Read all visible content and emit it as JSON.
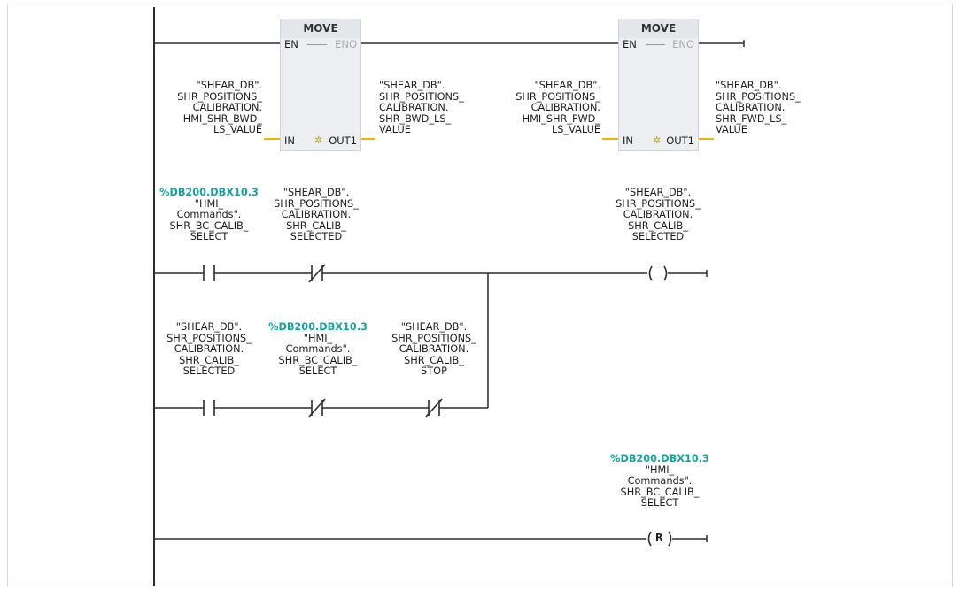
{
  "move_blocks": [
    {
      "title": "MOVE",
      "en": "EN",
      "eno": "ENO",
      "in": "IN",
      "out": "OUT1",
      "in_operand": "\"SHEAR_DB\".\nSHR_POSITIONS_\nCALIBRATION.\nHMI_SHR_BWD_\nLS_VALUE",
      "out_operand": "\"SHEAR_DB\".\nSHR_POSITIONS_\nCALIBRATION.\nSHR_BWD_LS_\nVALUE"
    },
    {
      "title": "MOVE",
      "en": "EN",
      "eno": "ENO",
      "in": "IN",
      "out": "OUT1",
      "in_operand": "\"SHEAR_DB\".\nSHR_POSITIONS_\nCALIBRATION.\nHMI_SHR_FWD_\nLS_VALUE",
      "out_operand": "\"SHEAR_DB\".\nSHR_POSITIONS_\nCALIBRATION.\nSHR_FWD_LS_\nVALUE"
    }
  ],
  "rung2": {
    "contact1": {
      "address": "%DB200.DBX10.3",
      "symbol": "\"HMI_\nCommands\".\nSHR_BC_CALIB_\nSELECT"
    },
    "contact2": {
      "symbol": "\"SHEAR_DB\".\nSHR_POSITIONS_\nCALIBRATION.\nSHR_CALIB_\nSELECTED"
    },
    "coil": {
      "symbol": "\"SHEAR_DB\".\nSHR_POSITIONS_\nCALIBRATION.\nSHR_CALIB_\nSELECTED"
    }
  },
  "rung2_branch": {
    "contact1": {
      "symbol": "\"SHEAR_DB\".\nSHR_POSITIONS_\nCALIBRATION.\nSHR_CALIB_\nSELECTED"
    },
    "contact2": {
      "address": "%DB200.DBX10.3",
      "symbol": "\"HMI_\nCommands\".\nSHR_BC_CALIB_\nSELECT"
    },
    "contact3": {
      "symbol": "\"SHEAR_DB\".\nSHR_POSITIONS_\nCALIBRATION.\nSHR_CALIB_\nSTOP"
    }
  },
  "rung3": {
    "reset_coil": {
      "address": "%DB200.DBX10.3",
      "symbol": "\"HMI_\nCommands\".\nSHR_BC_CALIB_\nSELECT",
      "letter": "R"
    }
  },
  "colors": {
    "address": "#13a3a3",
    "wire": "#2b2b2b",
    "block_fill": "#eceef1",
    "pin_line": "#f0b400"
  }
}
